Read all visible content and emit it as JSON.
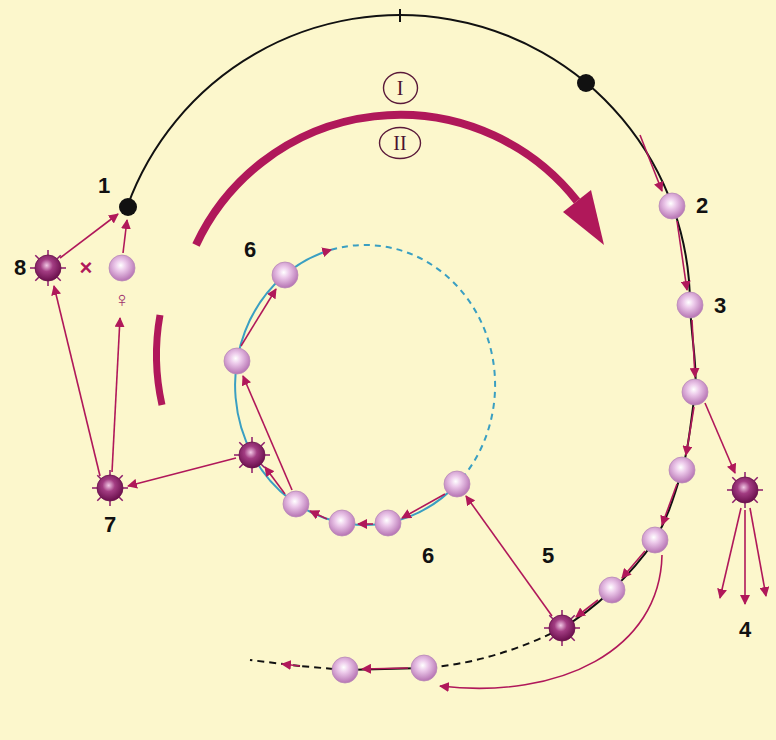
{
  "diagram": {
    "nodes": [
      {
        "text": [
          "I"
        ]
      },
      {
        "text": [
          "II"
        ]
      }
    ],
    "labels": [
      "1",
      "2",
      "3",
      "4",
      "5",
      "6",
      "6",
      "7",
      "8",
      "×",
      "♀"
    ]
  }
}
